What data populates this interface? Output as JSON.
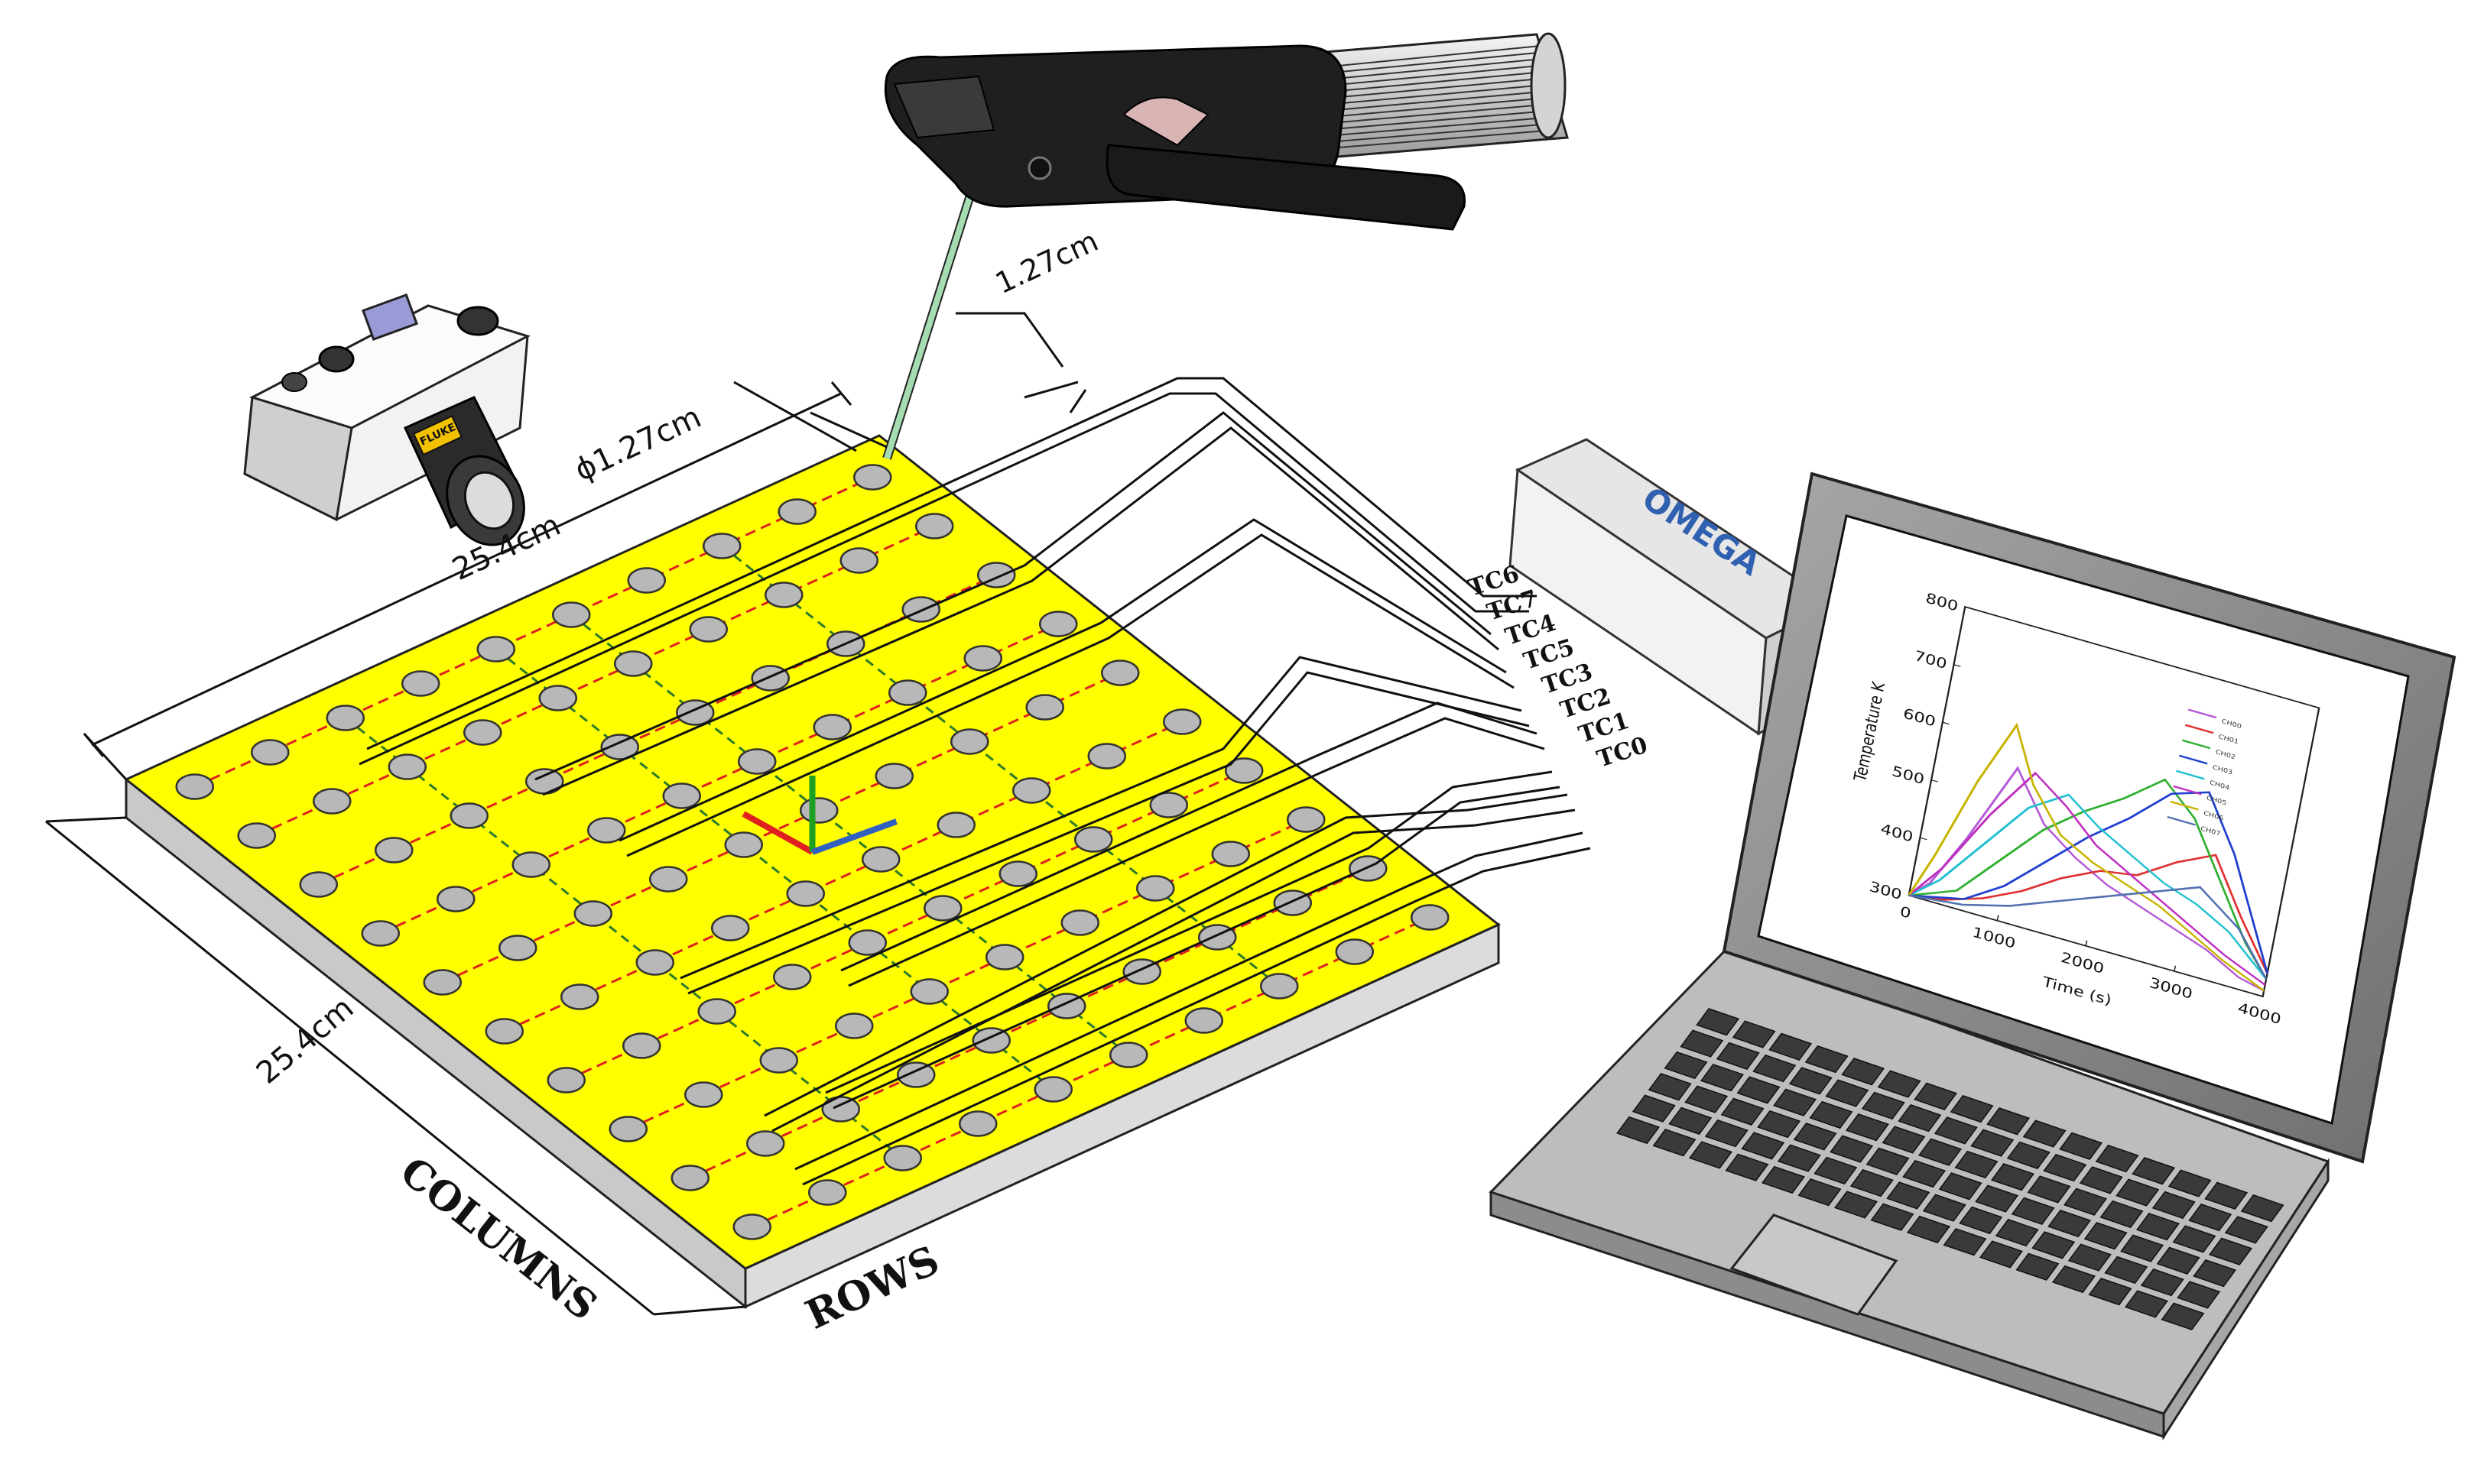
{
  "labels": {
    "columns": "COLUMNS",
    "rows": "ROWS",
    "width_dim": "25.4cm",
    "depth_dim": "25.4cm",
    "hole_dim": "ϕ1.27cm",
    "spacing_dim": "1.27cm"
  },
  "thermocouples": [
    "TC6",
    "TC7",
    "TC4",
    "TC5",
    "TC3",
    "TC2",
    "TC1",
    "TC0"
  ],
  "daq": {
    "brand": "OMEGA"
  },
  "camera": {
    "brand": "FLUKE"
  },
  "colors": {
    "plate_top": "#ffff00",
    "plate_side": "#cfcfcf",
    "hole_fill": "#b8b8b8",
    "row_path": "#e02020",
    "col_path": "#2a7a2a",
    "laser": "#9ad6a6"
  },
  "chart_data": {
    "type": "line",
    "ylabel": "Temperature K",
    "xlabel": "Time (s)",
    "xlim": [
      0,
      4000
    ],
    "ylim": [
      300,
      800
    ],
    "x_ticks": [
      "0",
      "1000",
      "2000",
      "3000",
      "4000"
    ],
    "y_ticks": [
      "300",
      "400",
      "500",
      "600",
      "700",
      "800"
    ],
    "series": [
      {
        "name": "CH00",
        "color": "#b45ad6",
        "x": [
          0,
          200,
          500,
          900,
          1300,
          1700,
          2100,
          2500,
          2900,
          3300,
          3700,
          4000
        ],
        "values": [
          300,
          330,
          420,
          560,
          480,
          440,
          410,
          390,
          370,
          350,
          320,
          310
        ]
      },
      {
        "name": "CH01",
        "color": "#e03030",
        "x": [
          0,
          400,
          800,
          1200,
          1600,
          2000,
          2400,
          2800,
          3200,
          3600,
          4000
        ],
        "values": [
          300,
          310,
          330,
          360,
          400,
          430,
          440,
          480,
          510,
          420,
          340
        ]
      },
      {
        "name": "CH02",
        "color": "#30b030",
        "x": [
          0,
          500,
          900,
          1300,
          1700,
          2100,
          2500,
          2900,
          3300,
          3700,
          4000
        ],
        "values": [
          300,
          330,
          400,
          470,
          520,
          560,
          610,
          560,
          470,
          380,
          330
        ]
      },
      {
        "name": "CH03",
        "color": "#2040d0",
        "x": [
          0,
          600,
          1000,
          1400,
          1800,
          2200,
          2600,
          3000,
          3400,
          3800,
          4000
        ],
        "values": [
          300,
          320,
          360,
          420,
          480,
          530,
          590,
          610,
          520,
          400,
          340
        ]
      },
      {
        "name": "CH04",
        "color": "#20c0d0",
        "x": [
          0,
          300,
          700,
          1100,
          1500,
          1900,
          2300,
          2700,
          3100,
          3500,
          4000
        ],
        "values": [
          300,
          340,
          420,
          500,
          540,
          500,
          470,
          440,
          420,
          390,
          330
        ]
      },
      {
        "name": "CH05",
        "color": "#c030c0",
        "x": [
          0,
          300,
          700,
          1100,
          1500,
          1900,
          2300,
          2700,
          3100,
          3500,
          4000
        ],
        "values": [
          300,
          360,
          470,
          560,
          520,
          470,
          440,
          410,
          380,
          350,
          320
        ]
      },
      {
        "name": "CH06",
        "color": "#c8b400",
        "x": [
          0,
          200,
          500,
          800,
          1100,
          1500,
          1900,
          2300,
          2700,
          3100,
          3500,
          4000
        ],
        "values": [
          300,
          380,
          520,
          630,
          540,
          470,
          440,
          420,
          400,
          370,
          340,
          310
        ]
      },
      {
        "name": "CH07",
        "color": "#5070b0",
        "x": [
          0,
          600,
          1100,
          1600,
          2100,
          2600,
          3100,
          3600,
          4000
        ],
        "values": [
          300,
          310,
          330,
          360,
          390,
          420,
          450,
          400,
          330
        ]
      }
    ]
  }
}
